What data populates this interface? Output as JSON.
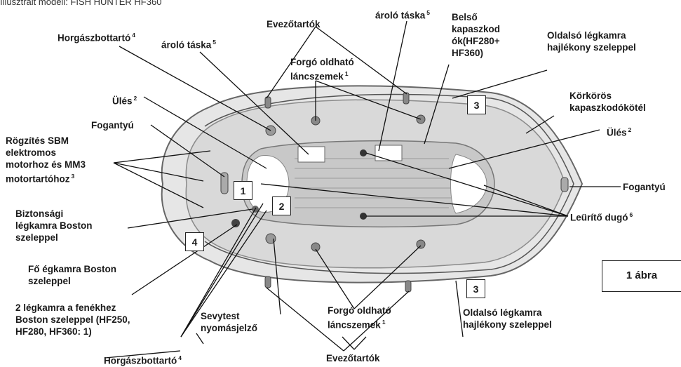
{
  "caption": "Illusztrált modell: FISH HUNTER HF360",
  "figure_label": "1 ábra",
  "labels": {
    "horgaszbottarto_top": {
      "text": "Horgászbottartó",
      "sup": "4"
    },
    "arolo_taska_left": {
      "text": "ároló táska",
      "sup": "5"
    },
    "evezotartok_top": {
      "text": "Evezőtartók",
      "sup": ""
    },
    "arolo_taska_top": {
      "text": "ároló táska",
      "sup": "5"
    },
    "belso_kapaszkodok": {
      "text": "Belső\nkapaszkod\nók(HF280+\nHF360)",
      "sup": ""
    },
    "oldalso_legkamra_top": {
      "text": "Oldalsó légkamra\nhajlékony szeleppel",
      "sup": ""
    },
    "forgo_top": {
      "text": "Forgó oldható\nláncszemek",
      "sup": "1"
    },
    "ules_left": {
      "text": "Ülés",
      "sup": "2"
    },
    "korkoros": {
      "text": "Körkörös\nkapaszkodókötél",
      "sup": ""
    },
    "fogantyu_left": {
      "text": "Fogantyú",
      "sup": ""
    },
    "ules_right": {
      "text": "Ülés",
      "sup": "2"
    },
    "rogzites": {
      "text": "Rögzítés SBM\nelektromos\nmotorhoz és MM3\nmotortartóhoz",
      "sup": "3"
    },
    "fogantyu_right": {
      "text": "Fogantyú",
      "sup": ""
    },
    "biztonsagi": {
      "text": "Biztonsági\nlégkamra Boston\nszeleppel",
      "sup": ""
    },
    "leurito": {
      "text": "Leürítő dugó",
      "sup": "6"
    },
    "fo_legkamra": {
      "text": "Fő égkamra Boston\nszeleppel",
      "sup": ""
    },
    "ket_legkamra": {
      "text": "2 légkamra a fenékhez\nBoston szeleppel (HF250,\nHF280, HF360: 1)",
      "sup": ""
    },
    "sevytest": {
      "text": "Sevytest\nnyomásjelző",
      "sup": ""
    },
    "forgo_bottom": {
      "text": "Forgó oldható\nláncszemek",
      "sup": "1"
    },
    "oldalso_legkamra_bottom": {
      "text": "Oldalsó légkamra\nhajlékony szeleppel",
      "sup": ""
    },
    "horgaszbottarto_bottom": {
      "text": "Horgászbottartó",
      "sup": "4"
    },
    "evezotartok_bottom": {
      "text": "Evezőtartók",
      "sup": ""
    }
  },
  "numbered_boxes": {
    "box_1": "1",
    "box_2": "2",
    "box_3_top": "3",
    "box_3_bottom": "3",
    "box_4": "4"
  }
}
